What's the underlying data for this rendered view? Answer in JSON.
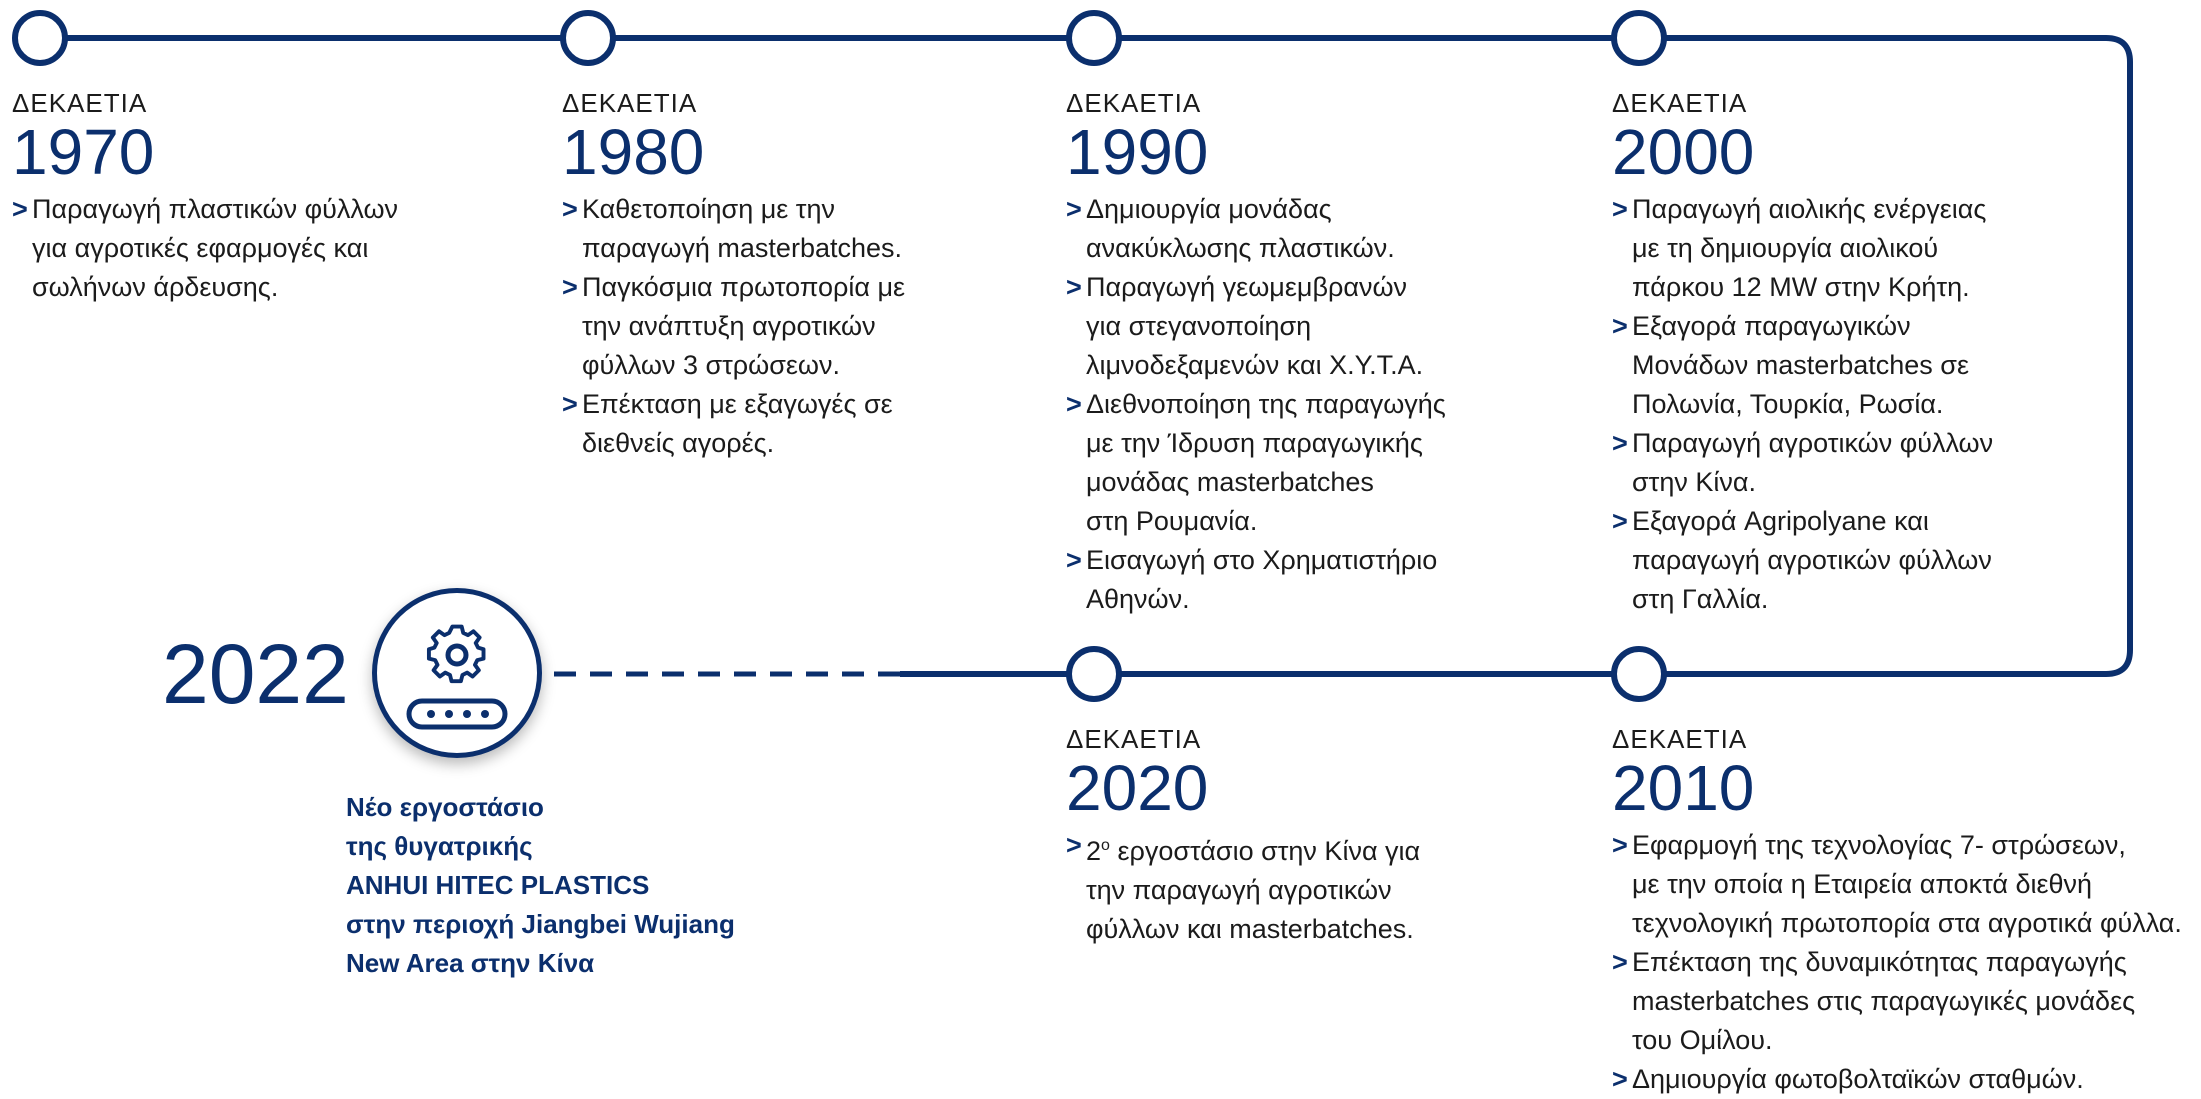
{
  "colors": {
    "primary": "#0b2f6d",
    "text": "#1b1b1b",
    "node_fill": "#ffffff"
  },
  "decades": [
    {
      "label": "ΔΕΚΑΕΤΙΑ",
      "year": "1970",
      "items": [
        "Παραγωγή πλαστικών φύλλων\nγια αγροτικές εφαρμογές και\nσωλήνων άρδευσης."
      ]
    },
    {
      "label": "ΔΕΚΑΕΤΙΑ",
      "year": "1980",
      "items": [
        "Καθετοποίηση με την\nπαραγωγή masterbatches.",
        "Παγκόσμια πρωτοπορία με\nτην ανάπτυξη αγροτικών\nφύλλων 3 στρώσεων.",
        "Επέκταση με εξαγωγές σε\nδιεθνείς αγορές."
      ]
    },
    {
      "label": "ΔΕΚΑΕΤΙΑ",
      "year": "1990",
      "items": [
        "Δημιουργία μονάδας\nανακύκλωσης πλαστικών.",
        "Παραγωγή γεωμεμβρανών\nγια στεγανοποίηση\nλιμνοδεξαμενών και Χ.Υ.Τ.Α.",
        "Διεθνοποίηση της παραγωγής\nμε την Ίδρυση παραγωγικής\nμονάδας masterbatches\nστη Ρουμανία.",
        "Εισαγωγή στο Χρηματιστήριο\nΑθηνών."
      ]
    },
    {
      "label": "ΔΕΚΑΕΤΙΑ",
      "year": "2000",
      "items": [
        "Παραγωγή αιολικής ενέργειας\nμε τη δημιουργία αιολικού\nπάρκου 12 MW στην Κρήτη.",
        "Εξαγορά παραγωγικών\nΜονάδων masterbatches  σε\nΠολωνία, Τουρκία, Ρωσία.",
        "Παραγωγή αγροτικών φύλλων\nστην Κίνα.",
        "Εξαγορά Agripolyane και\nπαραγωγή αγροτικών φύλλων\nστη Γαλλία."
      ]
    },
    {
      "label": "ΔΕΚΑΕΤΙΑ",
      "year": "2020",
      "items": [
        "2ο εργοστάσιο στην Κίνα για\nτην παραγωγή αγροτικών\nφύλλων και masterbatches."
      ]
    },
    {
      "label": "ΔΕΚΑΕΤΙΑ",
      "year": "2010",
      "items": [
        "Εφαρμογή της τεχνολογίας 7- στρώσεων,\nμε την οποία η Εταιρεία αποκτά διεθνή\nτεχνολογική πρωτοπορία στα αγροτικά φύλλα.",
        "Επέκταση της δυναμικότητας παραγωγής\nmasterbatches στις παραγωγικές μονάδες\nτου Ομίλου.",
        "Δημιουργία φωτοβολταϊκών σταθμών."
      ]
    }
  ],
  "milestone": {
    "year": "2022",
    "icon": "factory-gear-conveyor-icon",
    "note_lines": [
      "Νέο εργοστάσιο",
      "της θυγατρικής",
      "ANHUI HITEC PLASTICS",
      "στην περιοχή Jiangbei Wujiang",
      "New Area στην Κίνα"
    ]
  },
  "bullet_glyph": ">"
}
